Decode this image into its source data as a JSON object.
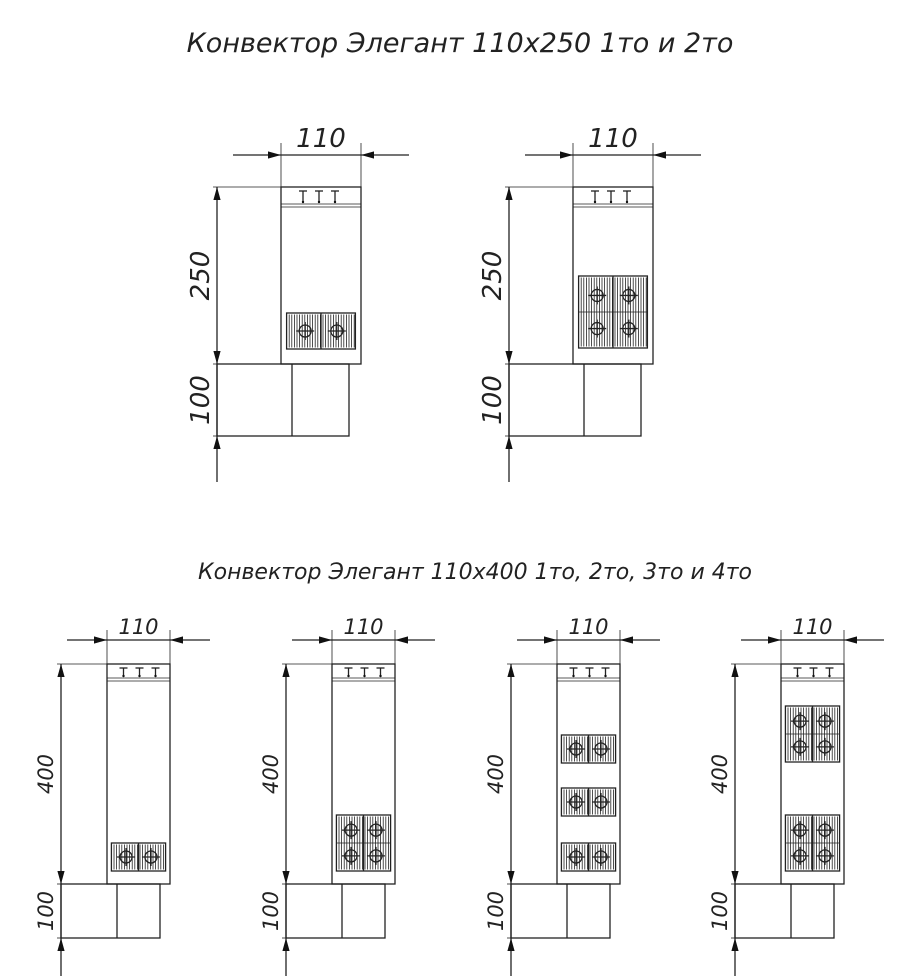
{
  "titles": {
    "top": "Конвектор Элегант 110х250 1то и 2то",
    "bottom": "Конвектор Элегант 110х400 1то, 2то, 3то и 4то"
  },
  "drawings": [
    {
      "group": "top",
      "width": "110",
      "height": "250",
      "base": "100",
      "exchangers": 1
    },
    {
      "group": "top",
      "width": "110",
      "height": "250",
      "base": "100",
      "exchangers": 2
    },
    {
      "group": "bottom",
      "width": "110",
      "height": "400",
      "base": "100",
      "exchangers": 1
    },
    {
      "group": "bottom",
      "width": "110",
      "height": "400",
      "base": "100",
      "exchangers": 2
    },
    {
      "group": "bottom",
      "width": "110",
      "height": "400",
      "base": "100",
      "exchangers": 3
    },
    {
      "group": "bottom",
      "width": "110",
      "height": "400",
      "base": "100",
      "exchangers": 4
    }
  ]
}
